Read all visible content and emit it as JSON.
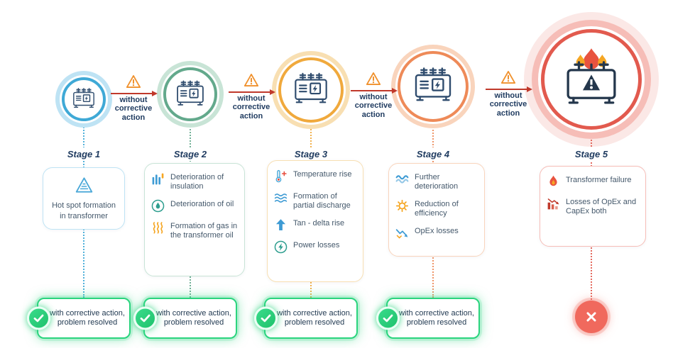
{
  "connector_label": "without corrective action",
  "resolution_label": "with corrective action, problem resolved",
  "colors": {
    "navy_text": "#1E3A5F",
    "body_text": "#44586B",
    "resolve_green": "#2BD47E",
    "failure_red": "#F0695D",
    "arrow_red": "#C0392B",
    "warning_orange": "#F0912D"
  },
  "stages": [
    {
      "label": "Stage 1",
      "color": "#3FA9D6",
      "color_light": "#BEE3F4",
      "resolved": true,
      "items": [
        {
          "icon": "hot-spot-icon",
          "text": "Hot spot formation in transformer"
        }
      ]
    },
    {
      "label": "Stage 2",
      "color": "#63A98C",
      "color_light": "#C8E4D6",
      "resolved": true,
      "items": [
        {
          "icon": "insulation-bars-icon",
          "text": "Deterioration of insulation"
        },
        {
          "icon": "oil-drop-icon",
          "text": "Deterioration of oil"
        },
        {
          "icon": "gas-waves-icon",
          "text": "Formation of gas in the transformer oil"
        }
      ]
    },
    {
      "label": "Stage 3",
      "color": "#F0A93C",
      "color_light": "#F8DFB2",
      "resolved": true,
      "items": [
        {
          "icon": "thermometer-icon",
          "text": "Temperature rise"
        },
        {
          "icon": "partial-discharge-waves-icon",
          "text": "Formation of partial discharge"
        },
        {
          "icon": "rise-arrow-icon",
          "text": "Tan - delta rise"
        },
        {
          "icon": "power-losses-icon",
          "text": "Power losses"
        }
      ]
    },
    {
      "label": "Stage 4",
      "color": "#EE8A58",
      "color_light": "#F9D4BC",
      "resolved": true,
      "items": [
        {
          "icon": "deterioration-wave-icon",
          "text": "Further deterioration"
        },
        {
          "icon": "efficiency-gear-icon",
          "text": "Reduction of efficiency"
        },
        {
          "icon": "opex-losses-icon",
          "text": "OpEx losses"
        }
      ]
    },
    {
      "label": "Stage 5",
      "color": "#E25A4E",
      "color_light": "#F6BDB7",
      "resolved": false,
      "items": [
        {
          "icon": "flame-icon",
          "text": "Transformer failure"
        },
        {
          "icon": "losses-chart-icon",
          "text": "Losses of OpEx and CapEx both"
        }
      ]
    }
  ]
}
